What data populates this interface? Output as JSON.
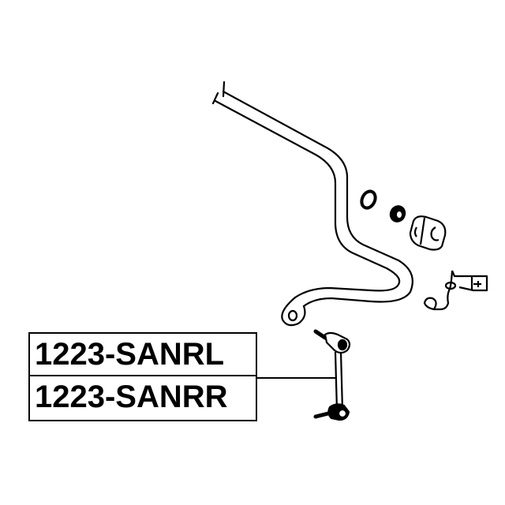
{
  "diagram": {
    "type": "exploded-parts-diagram",
    "subject": "stabilizer bar assembly with stabilizer link",
    "background_color": "#ffffff",
    "line_color": "#000000",
    "parts": [
      {
        "name": "stabilizer-bar"
      },
      {
        "name": "bushing-ring-1"
      },
      {
        "name": "bushing-ring-2"
      },
      {
        "name": "stabilizer-bushing"
      },
      {
        "name": "bushing-bracket"
      },
      {
        "name": "stabilizer-link"
      }
    ],
    "labels": [
      {
        "text": "1223-SANRL"
      },
      {
        "text": "1223-SANRR"
      }
    ],
    "leader_line": {
      "from": "labels",
      "to": "stabilizer-link"
    }
  }
}
